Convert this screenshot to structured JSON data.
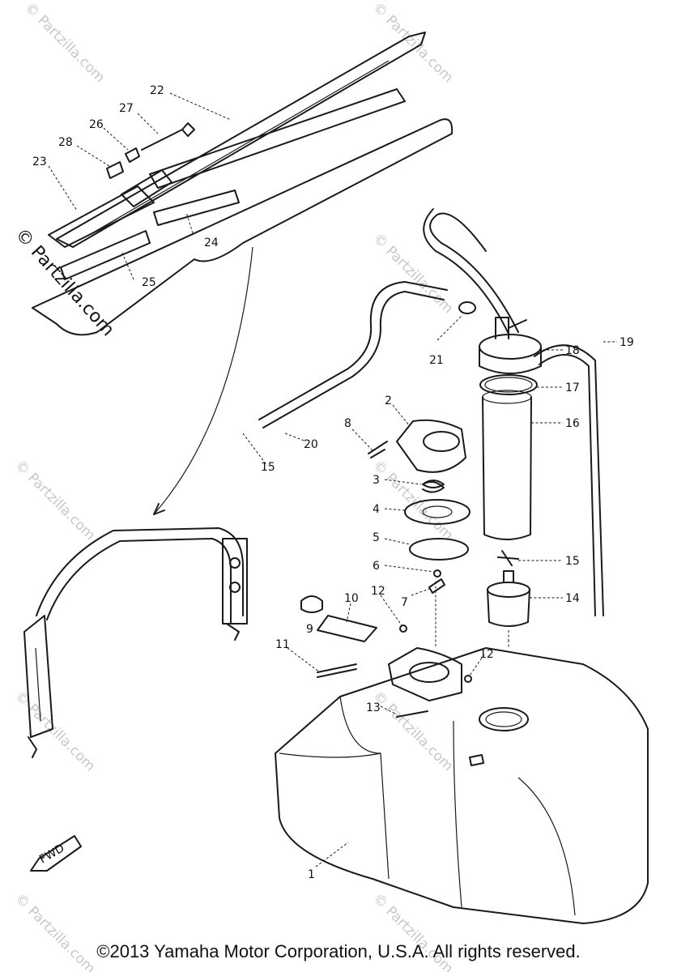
{
  "callouts": {
    "c1": "1",
    "c2": "2",
    "c3": "3",
    "c4": "4",
    "c5": "5",
    "c6": "6",
    "c7": "7",
    "c8": "8",
    "c9": "9",
    "c10": "10",
    "c11": "11",
    "c12a": "12",
    "c12b": "12",
    "c13": "13",
    "c14": "14",
    "c15a": "15",
    "c15b": "15",
    "c16": "16",
    "c17": "17",
    "c18": "18",
    "c19": "19",
    "c20": "20",
    "c21": "21",
    "c22": "22",
    "c23": "23",
    "c24": "24",
    "c25": "25",
    "c26": "26",
    "c27": "27",
    "c28": "28"
  },
  "fwd_label": "FWD",
  "watermark": "© Partzilla.com",
  "copyright": "©2013 Yamaha Motor Corporation, U.S.A. All rights reserved."
}
